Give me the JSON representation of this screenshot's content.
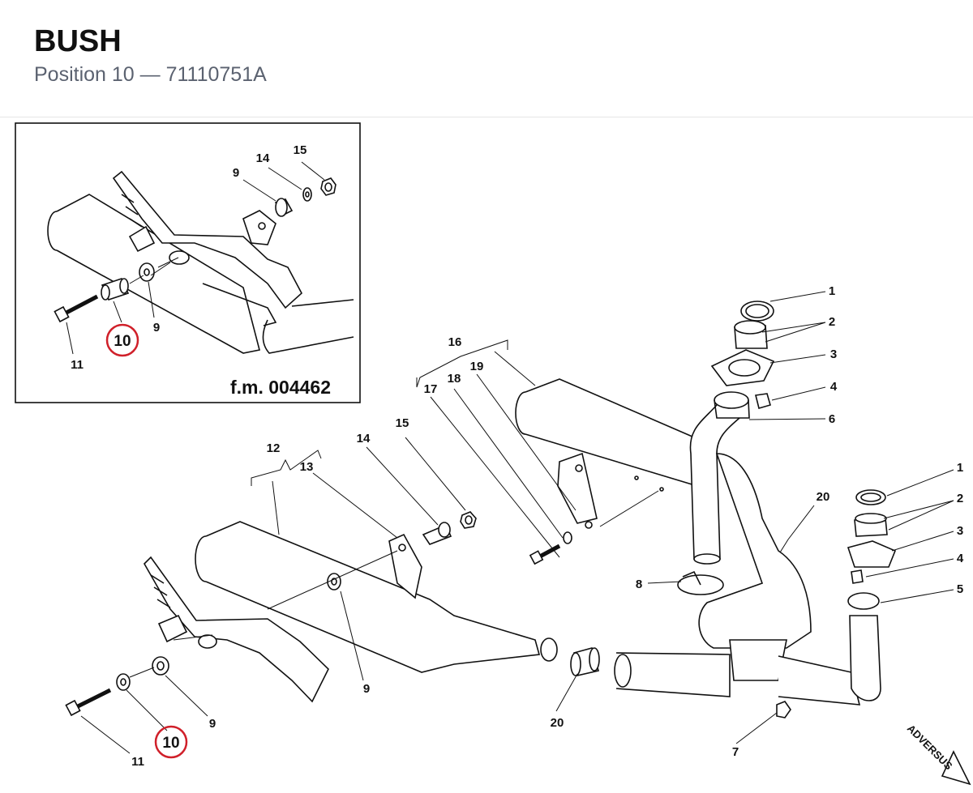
{
  "header": {
    "title": "BUSH",
    "subtitle": "Position 10 — 71110751A"
  },
  "inset": {
    "reference": "f.m. 004462",
    "labels": {
      "n15": "15",
      "n14": "14",
      "n9a": "9",
      "n9b": "9",
      "n10": "10",
      "n11": "11"
    }
  },
  "labels": {
    "n1a": "1",
    "n2a": "2",
    "n3a": "3",
    "n4a": "4",
    "n6": "6",
    "n1b": "1",
    "n2b": "2",
    "n3b": "3",
    "n4b": "4",
    "n5": "5",
    "n16": "16",
    "n17": "17",
    "n18": "18",
    "n19": "19",
    "n12": "12",
    "n13": "13",
    "n14": "14",
    "n15": "15",
    "n20a": "20",
    "n20b": "20",
    "n8": "8",
    "n9a": "9",
    "n9b": "9",
    "n10": "10",
    "n11": "11",
    "n7": "7"
  },
  "brand": "ADVERSUS",
  "highlight_color": "#d0202a"
}
